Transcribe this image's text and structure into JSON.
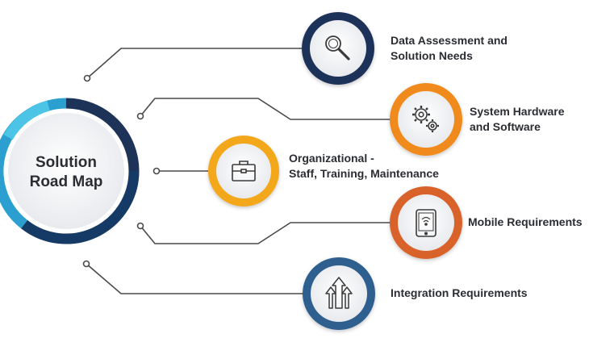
{
  "hub": {
    "line1": "Solution",
    "line2": "Road Map"
  },
  "nodes": [
    {
      "id": "data",
      "line1": "Data Assessment and",
      "line2": "Solution Needs",
      "icon": "magnifier-icon",
      "color": "#1e3358"
    },
    {
      "id": "hardware",
      "line1": "System Hardware",
      "line2": "and Software",
      "icon": "gears-icon",
      "color": "#f08a1c"
    },
    {
      "id": "org",
      "line1": "Organizational -",
      "line2": "Staff, Training, Maintenance",
      "icon": "briefcase-icon",
      "color": "#f3a81e"
    },
    {
      "id": "mobile",
      "line1": "Mobile Requirements",
      "line2": "",
      "icon": "tablet-icon",
      "color": "#d8622a"
    },
    {
      "id": "integration",
      "line1": "Integration Requirements",
      "line2": "",
      "icon": "upload-arrows-icon",
      "color": "#2d5f8f"
    }
  ],
  "colors": {
    "hub_ring_dark": "#163a66",
    "hub_ring_light": "#2a9fd0",
    "hub_ring_navy": "#1e3358",
    "connector": "#4a4a4a",
    "text": "#2b2d33"
  }
}
